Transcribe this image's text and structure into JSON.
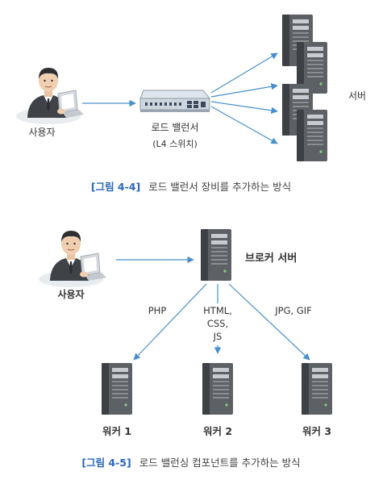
{
  "figure1": {
    "user_label": "사용자",
    "lb_label": "로드 밸런서",
    "lb_sublabel": "(L4 스위치)",
    "server_label": "서버",
    "caption_prefix": "[그림 4-4]",
    "caption_text": "로드 밸런서 장비를 추가하는 방식"
  },
  "figure2": {
    "user_label": "사용자",
    "broker_label": "브로커 서버",
    "edge_php": "PHP",
    "edge_html_lines": [
      "HTML,",
      "CSS,",
      "JS"
    ],
    "edge_jpg": "JPG, GIF",
    "workers": [
      "워커 1",
      "워커 2",
      "워커 3"
    ],
    "caption_prefix": "[그림 4-5]",
    "caption_text": "로드 밸런싱 컴포넌트를 추가하는 방식"
  },
  "colors": {
    "arrow": "#4a8fcc",
    "caption_accent": "#2a66b8",
    "server_body": "#5d6166",
    "server_dark": "#3d4044"
  }
}
